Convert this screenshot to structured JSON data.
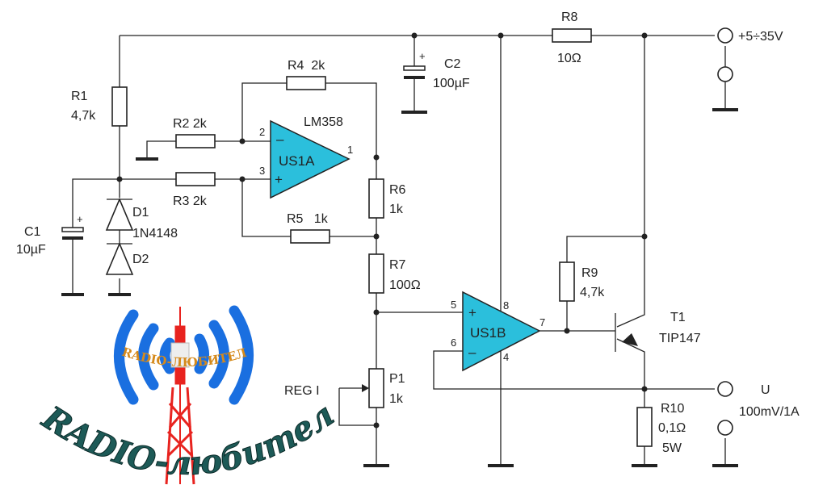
{
  "components": {
    "r1": {
      "name": "R1",
      "value": "4,7k"
    },
    "r2": {
      "label": "R2 2k"
    },
    "r3": {
      "label": "R3 2k"
    },
    "r4": {
      "label": "R4  2k"
    },
    "r5": {
      "label": "R5   1k"
    },
    "r6": {
      "name": "R6",
      "value": "1k"
    },
    "r7": {
      "name": "R7",
      "value": "100Ω"
    },
    "r8": {
      "name": "R8",
      "value": "10Ω"
    },
    "r9": {
      "name": "R9",
      "value": "4,7k"
    },
    "r10": {
      "name": "R10",
      "value": "0,1Ω",
      "power": "5W"
    },
    "c1": {
      "name": "C1",
      "value": "10µF",
      "polarity": "+"
    },
    "c2": {
      "name": "C2",
      "value": "100µF",
      "polarity": "+"
    },
    "d1": {
      "name": "D1",
      "part": "1N4148"
    },
    "d2": {
      "name": "D2"
    },
    "p1": {
      "name": "P1",
      "value": "1k",
      "function": "REG I"
    },
    "us1a": {
      "name": "US1A",
      "part": "LM358",
      "pin_minus": "2",
      "pin_plus": "3",
      "pin_out": "1",
      "minus": "–",
      "plus": "+"
    },
    "us1b": {
      "name": "US1B",
      "pin_plus": "5",
      "pin_minus": "6",
      "pin_out": "7",
      "pin_vcc": "8",
      "pin_gnd": "4",
      "minus": "–",
      "plus": "+"
    },
    "t1": {
      "name": "T1",
      "part": "TIP147"
    }
  },
  "terminals": {
    "supply": "+5÷35V",
    "output_name": "U",
    "output_scale": "100mV/1A"
  },
  "logo": {
    "main_text": "RADIO-любитель",
    "small_text": "RADIO-ЛЮБИТЕЛЬ"
  },
  "colors": {
    "opamp": "#2bbfdc",
    "logo_waves": "#1a6fe0",
    "logo_tower": "#e8231f",
    "logo_text": "#1d5a57"
  }
}
